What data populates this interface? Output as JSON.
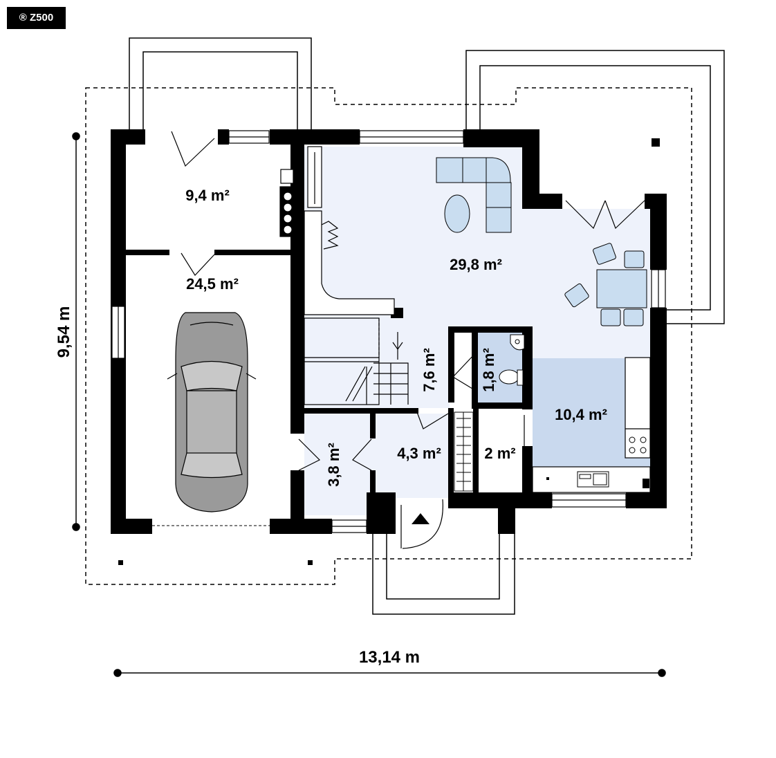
{
  "badge": "® Z500",
  "dimensions": {
    "width": "13,14 m",
    "depth": "9,54 m"
  },
  "rooms": {
    "vestibule": "9,4 m²",
    "garage": "24,5 m²",
    "living": "29,8 m²",
    "hall": "7,6 m²",
    "wc": "1,8 m²",
    "kitchen": "10,4 m²",
    "entry": "4,3 m²",
    "pantry": "2 m²",
    "boiler": "3,8 m²"
  },
  "colors": {
    "wall": "#000000",
    "living_fill": "#eef2fb",
    "kitchen_fill": "#c9d9ee",
    "furniture": "#c9ddf0"
  },
  "icons": [
    "car-icon",
    "sofa-icon",
    "dining-table-icon",
    "stove-icon",
    "sink-icon",
    "toilet-icon",
    "boiler-icon",
    "entry-arrow-icon"
  ]
}
